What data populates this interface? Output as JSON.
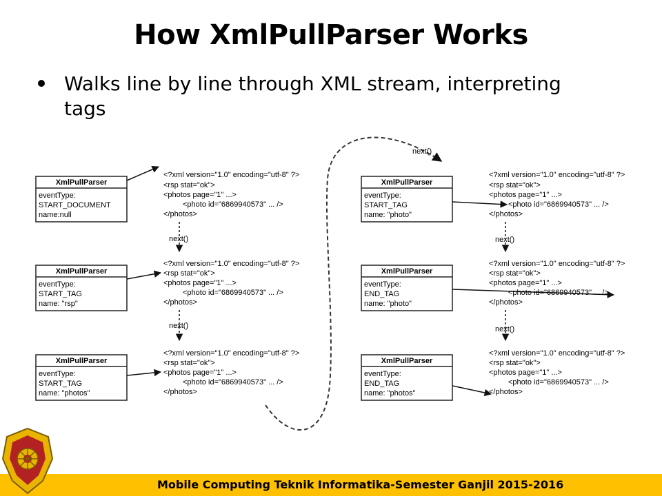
{
  "slide": {
    "title": "How XmlPullParser Works",
    "bullet": "Walks line by line through XML stream, interpreting tags",
    "footer": "Mobile Computing Teknik Informatika-Semester Ganjil 2015-2016"
  },
  "diagram": {
    "class_name": "XmlPullParser",
    "next_label": "next()",
    "xml_lines": [
      "<?xml version=\"1.0\" encoding=\"utf-8\" ?>",
      "<rsp stat=\"ok\">",
      "<photos page=\"1\" ...>",
      "<photo id=\"6869940573\" ... />",
      "</photos>"
    ],
    "states": [
      {
        "line1": "eventType:",
        "line2": "START_DOCUMENT",
        "line3": "name:null"
      },
      {
        "line1": "eventType:",
        "line2": "START_TAG",
        "line3": "name: \"rsp\""
      },
      {
        "line1": "eventType:",
        "line2": "START_TAG",
        "line3": "name: \"photos\""
      },
      {
        "line1": "eventType:",
        "line2": "START_TAG",
        "line3": "name: \"photo\""
      },
      {
        "line1": "eventType:",
        "line2": "END_TAG",
        "line3": "name: \"photo\""
      },
      {
        "line1": "eventType:",
        "line2": "END_TAG",
        "line3": "name: \"photos\""
      }
    ]
  },
  "colors": {
    "footer_bar": "#ffc000",
    "logo_gold": "#e8b400",
    "logo_red": "#b22222"
  }
}
